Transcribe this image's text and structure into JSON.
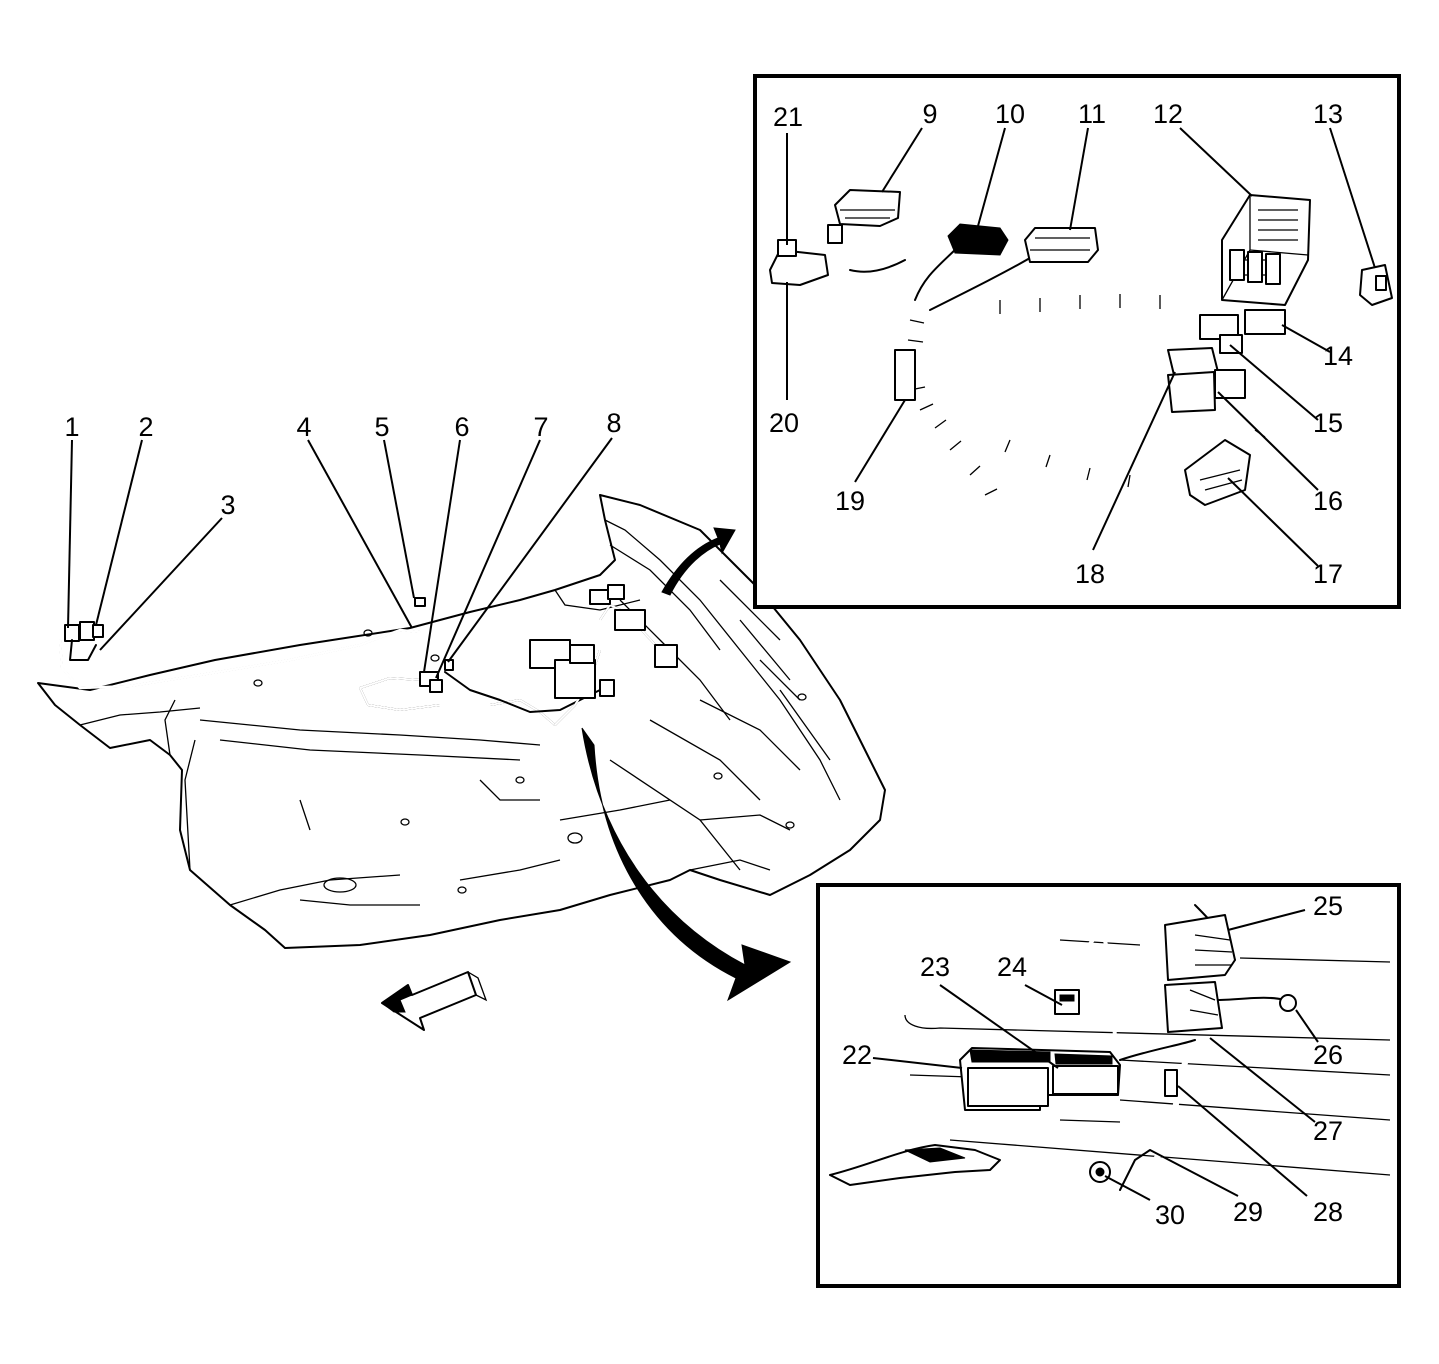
{
  "callouts": {
    "c1": "1",
    "c2": "2",
    "c3": "3",
    "c4": "4",
    "c5": "5",
    "c6": "6",
    "c7": "7",
    "c8": "8",
    "c9": "9",
    "c10": "10",
    "c11": "11",
    "c12": "12",
    "c13": "13",
    "c14": "14",
    "c15": "15",
    "c16": "16",
    "c17": "17",
    "c18": "18",
    "c19": "19",
    "c20": "20",
    "c21": "21",
    "c22": "22",
    "c23": "23",
    "c24": "24",
    "c25": "25",
    "c26": "26",
    "c27": "27",
    "c28": "28",
    "c29": "29",
    "c30": "30"
  },
  "icons": {
    "forward_arrow": "forward-direction-arrow-icon",
    "detail_arrow_upper": "curved-detail-arrow-icon",
    "detail_arrow_lower": "curved-detail-arrow-icon"
  }
}
